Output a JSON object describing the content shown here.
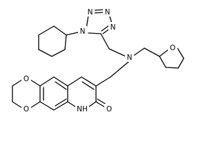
{
  "image": {
    "kind": "chemical-structure",
    "background": "#ffffff",
    "line_color": "#000000"
  },
  "atoms": {
    "n1": "N",
    "n2": "N",
    "n3": "N",
    "n4": "N",
    "n_amine": "N",
    "o_thf": "O",
    "o_diox_upper": "O",
    "o_diox_lower": "O",
    "nh_ring": "NH",
    "o_carbonyl": "O"
  }
}
